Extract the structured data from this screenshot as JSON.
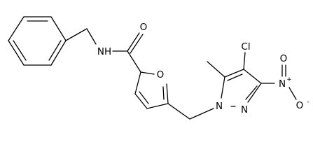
{
  "molecule": {
    "atom_labels": {
      "amide_nh": "NH",
      "carbonyl_o": "O",
      "furan_o": "O",
      "chloro": "Cl",
      "pyrazole_n1": "N",
      "pyrazole_n2": "N",
      "nitro_n": "N",
      "nitro_n_charge": "+",
      "nitro_o_top": "O",
      "nitro_o_right": "O",
      "nitro_o_charge": "-"
    }
  }
}
